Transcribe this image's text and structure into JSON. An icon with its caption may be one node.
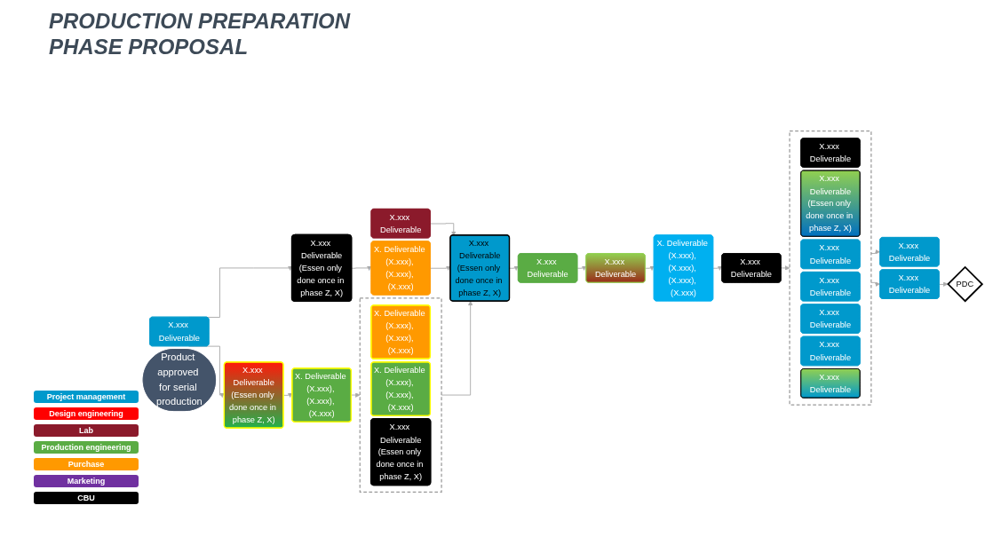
{
  "diagram": {
    "title": "PRODUCTION PREPARATION PHASE PROPOSAL",
    "nodes": [
      {
        "text": [
          "X.xxx Deliverable"
        ]
      },
      {
        "text": [
          "X.xxx Deliverable",
          "(Essen only done once in phase Z, X)"
        ]
      },
      {
        "text": [
          "X.xxx Deliverable",
          "(Essen only done once in phase Z, X)"
        ]
      },
      {
        "text": [
          "X. Deliverable (X.xxx), (X.xxx), (X.xxx)"
        ]
      },
      {
        "text": [],
        "shape": "box"
      },
      {
        "text": [
          "X. Deliverable (X.xxx), (X.xxx), (X.xxx)"
        ],
        "in": 4
      },
      {
        "text": [
          "X. Deliverable (X.xxx), (X.xxx), (X.xxx)"
        ],
        "in": 4
      },
      {
        "text": [
          "X.xxx Deliverable",
          "(Essen only done once in phase Z, X)"
        ],
        "in": 4
      },
      {
        "text": [
          "X.xxx Deliverable"
        ]
      },
      {
        "text": [
          "X.xxx Deliverable",
          "(Essen only done once in phase Z, X)"
        ]
      },
      {
        "text": [
          "X. Deliverable (X.xxx), (X.xxx), (X.xxx)"
        ]
      },
      {
        "text": [
          "X.xxx Deliverable"
        ]
      },
      {
        "text": [
          "X.xxx Deliverable"
        ]
      },
      {
        "text": [
          "X. Deliverable (X.xxx), (X.xxx), (X.xxx), (X.xxx)"
        ]
      },
      {
        "text": [
          "X.xxx Deliverable"
        ]
      },
      {
        "text": [],
        "shape": "box"
      },
      {
        "text": [
          "X.xxx Deliverable"
        ],
        "in": 15
      },
      {
        "text": [
          "X.xxx Deliverable",
          "(Essen only done once in phase Z, X)"
        ],
        "in": 15
      },
      {
        "text": [
          "X.xxx Deliverable"
        ],
        "in": 15
      },
      {
        "text": [
          "X.xxx Deliverable"
        ],
        "in": 15
      },
      {
        "text": [
          "X.xxx Deliverable"
        ],
        "in": 15
      },
      {
        "text": [
          "X.xxx Deliverable"
        ],
        "in": 15
      },
      {
        "text": [
          "X.xxx Deliverable"
        ],
        "in": 15
      },
      {
        "text": [
          "X.xxx Deliverable"
        ]
      },
      {
        "text": [
          "X.xxx Deliverable"
        ]
      },
      {
        "text": [
          "PDC"
        ]
      },
      {
        "text": [
          "Product approved for serial production"
        ]
      }
    ],
    "edges": [
      {
        "from": 0,
        "to": 1,
        "arrow": "to"
      },
      {
        "from": 0,
        "to": 2,
        "arrow": "to"
      },
      {
        "from": 1,
        "to": 3,
        "arrow": "to"
      },
      {
        "from": 3,
        "to": 4,
        "arrow": "to"
      },
      {
        "from": 4,
        "to": 9,
        "arrow": "to"
      },
      {
        "from": 8,
        "to": 9,
        "arrow": "to"
      },
      {
        "from": 10,
        "to": 9,
        "arrow": "to"
      },
      {
        "from": 2,
        "to": 10,
        "arrow": "to"
      },
      {
        "from": 9,
        "to": 11,
        "arrow": "to"
      },
      {
        "from": 11,
        "to": 12,
        "arrow": "to"
      },
      {
        "from": 12,
        "to": 13,
        "arrow": "to"
      },
      {
        "from": 13,
        "to": 14,
        "arrow": "to"
      },
      {
        "from": 14,
        "to": 15,
        "arrow": "to"
      },
      {
        "from": 15,
        "to": 23,
        "arrow": "to"
      },
      {
        "from": 15,
        "to": 24,
        "arrow": "to"
      },
      {
        "from": 24,
        "to": 25,
        "arrow": "to"
      }
    ],
    "legend": [
      {
        "text": "Project management",
        "color": "#0099cc"
      },
      {
        "text": "Design engineering",
        "color": "#ff0000"
      },
      {
        "text": "Lab",
        "color": "#8b1a2b"
      },
      {
        "text": "Production engineering",
        "color": "#5aac44"
      },
      {
        "text": "Purchase",
        "color": "#ff9900"
      },
      {
        "text": "Marketing",
        "color": "#7030a0"
      },
      {
        "text": "CBU",
        "color": "#000000"
      }
    ]
  }
}
